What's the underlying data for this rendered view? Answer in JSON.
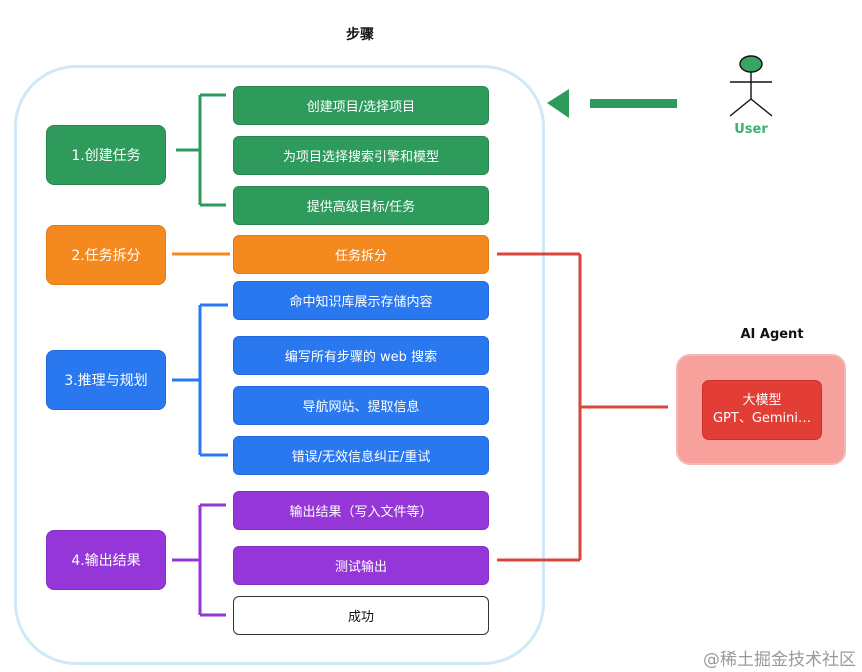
{
  "title": "步骤",
  "stages": [
    {
      "label": "1.创建任务",
      "steps": [
        "创建项目/选择项目",
        "为项目选择搜索引擎和模型",
        "提供高级目标/任务"
      ]
    },
    {
      "label": "2.任务拆分",
      "steps": [
        "任务拆分"
      ]
    },
    {
      "label": "3.推理与规划",
      "steps": [
        "命中知识库展示存储内容",
        "编写所有步骤的 web 搜索",
        "导航网站、提取信息",
        "错误/无效信息纠正/重试"
      ]
    },
    {
      "label": "4.输出结果",
      "steps": [
        "输出结果（写入文件等）",
        "测试输出",
        "成功"
      ]
    }
  ],
  "user": {
    "label": "User"
  },
  "agent": {
    "title": "AI Agent",
    "model_line1": "大模型",
    "model_line2": "GPT、Gemini…"
  },
  "watermark": "@稀土掘金技术社区",
  "colors": {
    "green": "#2e9a5b",
    "orange": "#f3891f",
    "blue": "#2a78f0",
    "purple": "#9537d8",
    "red_connector": "#d9443b",
    "agent_outer": "#f7a09c",
    "agent_inner": "#e23e36",
    "container_border": "#cfe9f5",
    "user_green": "#38b36e"
  },
  "icons": [
    "person-icon",
    "left-arrow-icon"
  ]
}
